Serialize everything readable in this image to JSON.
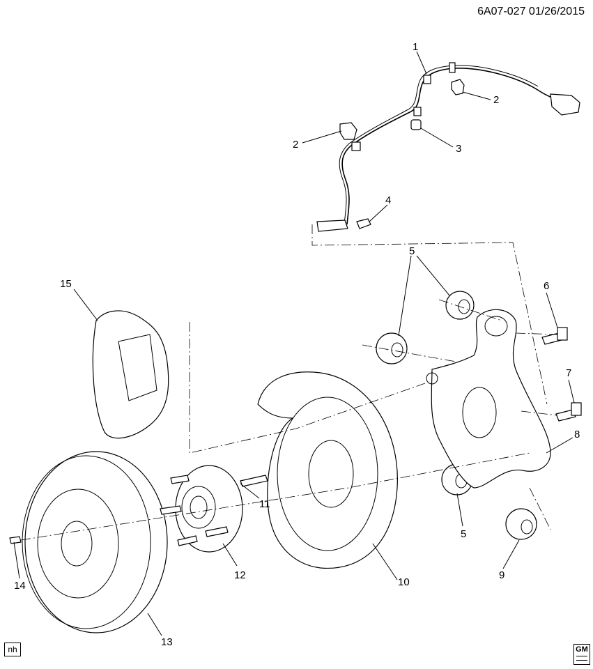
{
  "header": {
    "code": "6A07-027 01/26/2015"
  },
  "callouts": [
    "1",
    "2",
    "2",
    "3",
    "4",
    "5",
    "5",
    "6",
    "7",
    "8",
    "9",
    "10",
    "11",
    "12",
    "13",
    "14",
    "15"
  ],
  "footer": {
    "nh": "nh",
    "logo": "GM"
  }
}
